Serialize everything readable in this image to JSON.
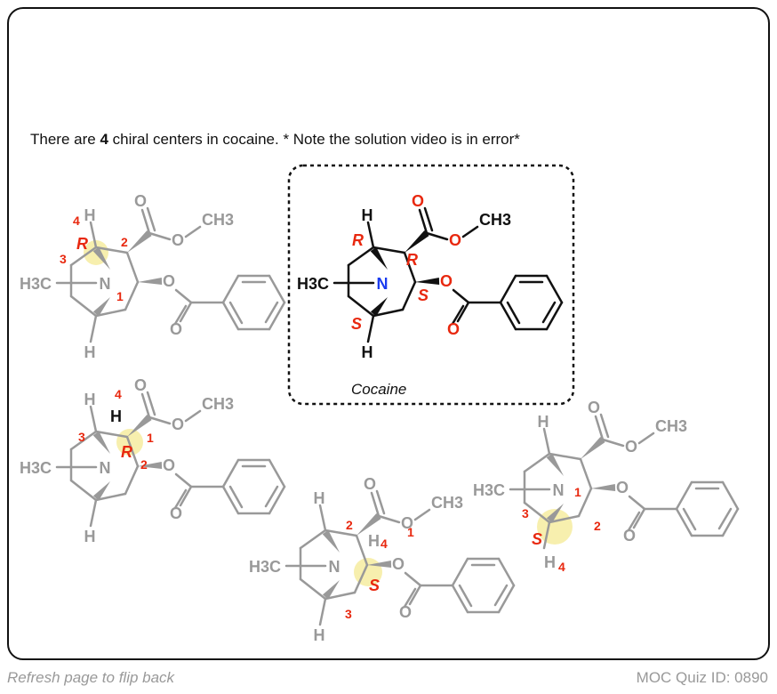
{
  "intro": {
    "prefix": "There are ",
    "count": "4",
    "suffix": " chiral centers in cocaine. * Note the solution video is in error*"
  },
  "caption": "Cocaine",
  "footer": {
    "left": "Refresh page to flip back",
    "right": "MOC Quiz ID: 0890"
  },
  "atoms": {
    "H": "H",
    "O": "O",
    "N": "N",
    "CH3": "CH3",
    "H3C": "H3C"
  },
  "cocaine_labels": {
    "c1": "R",
    "c2": "R",
    "c3": "S",
    "c5": "S"
  },
  "structure_a": {
    "priority_4": "4",
    "descriptor": "R",
    "p2": "2",
    "p3": "3",
    "p1": "1"
  },
  "structure_b": {
    "priority_4": "4",
    "H": "H",
    "p3": "3",
    "p1": "1",
    "descriptor": "R",
    "p2": "2"
  },
  "structure_c": {
    "p2": "2",
    "H": "H",
    "priority_4": "4",
    "p1": "1",
    "descriptor": "S",
    "p3": "3"
  },
  "structure_d": {
    "p1": "1",
    "p3": "3",
    "p2": "2",
    "descriptor": "S",
    "H": "H",
    "priority_4": "4"
  },
  "colors": {
    "black": "#111111",
    "gray": "#999999",
    "red": "#e8280f",
    "blue": "#1a3cf0",
    "highlight": "#f6eca0"
  }
}
